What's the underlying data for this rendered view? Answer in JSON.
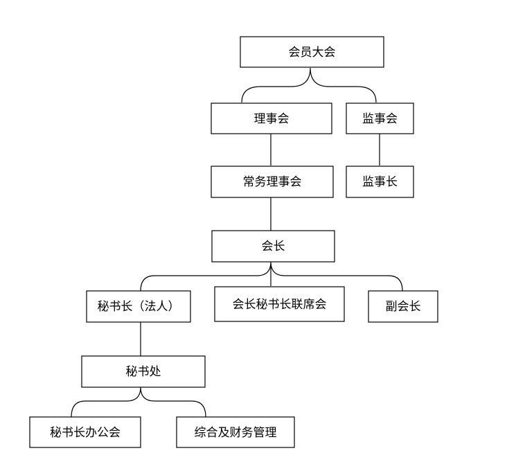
{
  "org_chart": {
    "nodes": [
      {
        "id": "members-assembly",
        "label": "会员大会"
      },
      {
        "id": "council",
        "label": "理事会"
      },
      {
        "id": "supervisory-board",
        "label": "监事会"
      },
      {
        "id": "standing-council",
        "label": "常务理事会"
      },
      {
        "id": "chief-supervisor",
        "label": "监事长"
      },
      {
        "id": "president",
        "label": "会长"
      },
      {
        "id": "secretary-general",
        "label": "秘书长（法人）"
      },
      {
        "id": "joint-meeting",
        "label": "会长秘书长联席会"
      },
      {
        "id": "vice-president",
        "label": "副会长"
      },
      {
        "id": "secretariat",
        "label": "秘书处"
      },
      {
        "id": "sg-office",
        "label": "秘书长办公会"
      },
      {
        "id": "admin-finance",
        "label": "综合及财务管理"
      }
    ],
    "edges": [
      {
        "from": "members-assembly",
        "to": [
          "council",
          "supervisory-board"
        ],
        "style": "brace"
      },
      {
        "from": "council",
        "to": [
          "standing-council"
        ],
        "style": "line"
      },
      {
        "from": "supervisory-board",
        "to": [
          "chief-supervisor"
        ],
        "style": "line"
      },
      {
        "from": "standing-council",
        "to": [
          "president"
        ],
        "style": "line"
      },
      {
        "from": "president",
        "to": [
          "secretary-general",
          "joint-meeting",
          "vice-president"
        ],
        "style": "brace"
      },
      {
        "from": "secretary-general",
        "to": [
          "secretariat"
        ],
        "style": "line"
      },
      {
        "from": "secretariat",
        "to": [
          "sg-office",
          "admin-finance"
        ],
        "style": "brace"
      }
    ]
  }
}
